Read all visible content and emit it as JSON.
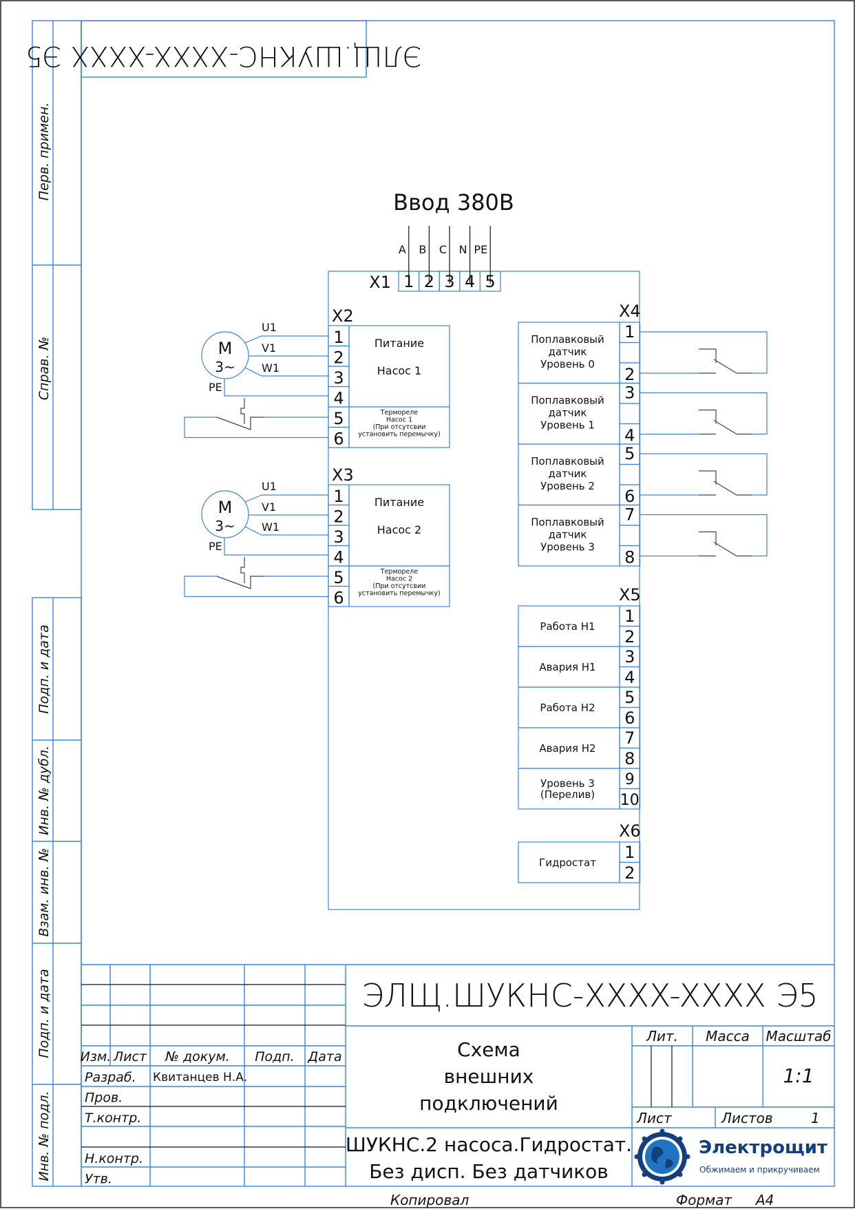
{
  "sheet": {
    "stamp_top_mirrored": "ЭЛЩ.ШУКНС-XXXX-XXXX Э5",
    "format_label": "Формат",
    "format_value": "A4",
    "copied_label": "Копировал"
  },
  "side_columns": [
    {
      "label": "Перв. примен."
    },
    {
      "label": "Справ. №"
    },
    {
      "label": "Подп. и дата"
    },
    {
      "label": "Инв. № дубл."
    },
    {
      "label": "Взам. инв. №"
    },
    {
      "label": "Подп. и дата"
    },
    {
      "label": "Инв. № подл."
    }
  ],
  "input": {
    "title": "Ввод 380В",
    "phases": [
      "A",
      "B",
      "C",
      "N",
      "PE"
    ],
    "connector": "X1",
    "terminals": [
      "1",
      "2",
      "3",
      "4",
      "5"
    ]
  },
  "pumps": [
    {
      "connector": "X2",
      "motor_label": "M",
      "motor_sub": "3~",
      "wires": [
        "U1",
        "V1",
        "W1"
      ],
      "pe_label": "PE",
      "terminals": [
        "1",
        "2",
        "3",
        "4",
        "5",
        "6"
      ],
      "power_label_1": "Питание",
      "power_label_2": "Насос 1",
      "thermo_lines": [
        "Термореле",
        "Насос 1",
        "(При отсутсвии",
        "установить перемычку)"
      ]
    },
    {
      "connector": "X3",
      "motor_label": "M",
      "motor_sub": "3~",
      "wires": [
        "U1",
        "V1",
        "W1"
      ],
      "pe_label": "PE",
      "terminals": [
        "1",
        "2",
        "3",
        "4",
        "5",
        "6"
      ],
      "power_label_1": "Питание",
      "power_label_2": "Насос 2",
      "thermo_lines": [
        "Термореле",
        "Насос 2",
        "(При отсутсвии",
        "установить перемычку)"
      ]
    }
  ],
  "float_sensors": {
    "connector": "X4",
    "items": [
      {
        "lines": [
          "Поплавковый",
          "датчик",
          "Уровень 0"
        ],
        "terminals": [
          "1",
          "2"
        ]
      },
      {
        "lines": [
          "Поплавковый",
          "датчик",
          "Уровень 1"
        ],
        "terminals": [
          "3",
          "4"
        ]
      },
      {
        "lines": [
          "Поплавковый",
          "датчик",
          "Уровень 2"
        ],
        "terminals": [
          "5",
          "6"
        ]
      },
      {
        "lines": [
          "Поплавковый",
          "датчик",
          "Уровень 3"
        ],
        "terminals": [
          "7",
          "8"
        ]
      }
    ]
  },
  "signals": {
    "connector": "X5",
    "items": [
      {
        "lines": [
          "Работа Н1"
        ],
        "terminals": [
          "1",
          "2"
        ]
      },
      {
        "lines": [
          "Авария Н1"
        ],
        "terminals": [
          "3",
          "4"
        ]
      },
      {
        "lines": [
          "Работа Н2"
        ],
        "terminals": [
          "5",
          "6"
        ]
      },
      {
        "lines": [
          "Авария Н2"
        ],
        "terminals": [
          "7",
          "8"
        ]
      },
      {
        "lines": [
          "Уровень 3",
          "(Перелив)"
        ],
        "terminals": [
          "9",
          "10"
        ]
      }
    ]
  },
  "hydrostat": {
    "connector": "X6",
    "label": "Гидростат",
    "terminals": [
      "1",
      "2"
    ]
  },
  "title_block": {
    "designation": "ЭЛЩ.ШУКНС-XXXX-XXXX Э5",
    "name_lines": [
      "Схема",
      "внешних",
      "подключений"
    ],
    "product_lines": [
      "ШУКНС.2 насоса.Гидростат.",
      "Без дисп. Без датчиков"
    ],
    "headers": {
      "izm": "Изм.",
      "list": "Лист",
      "doc": "№ докум.",
      "sign": "Подп.",
      "date": "Дата"
    },
    "roles": [
      {
        "role": "Разраб.",
        "name": "Квитанцев Н.А."
      },
      {
        "role": "Пров.",
        "name": ""
      },
      {
        "role": "Т.контр.",
        "name": ""
      },
      {
        "role": "",
        "name": ""
      },
      {
        "role": "Н.контр.",
        "name": ""
      },
      {
        "role": "Утв.",
        "name": ""
      }
    ],
    "lit_label": "Лит.",
    "mass_label": "Масса",
    "scale_label": "Масштаб",
    "scale_value": "1:1",
    "sheet_label": "Лист",
    "sheets_label": "Листов",
    "sheets_value": "1",
    "company": {
      "name": "Электрощит",
      "slogan": "Обжимаем и прикручиваем",
      "brand_color": "#133f7e",
      "accent_color": "#1e73c3"
    }
  },
  "colors": {
    "line_blue": "#3d84d6",
    "text": "#111111"
  }
}
